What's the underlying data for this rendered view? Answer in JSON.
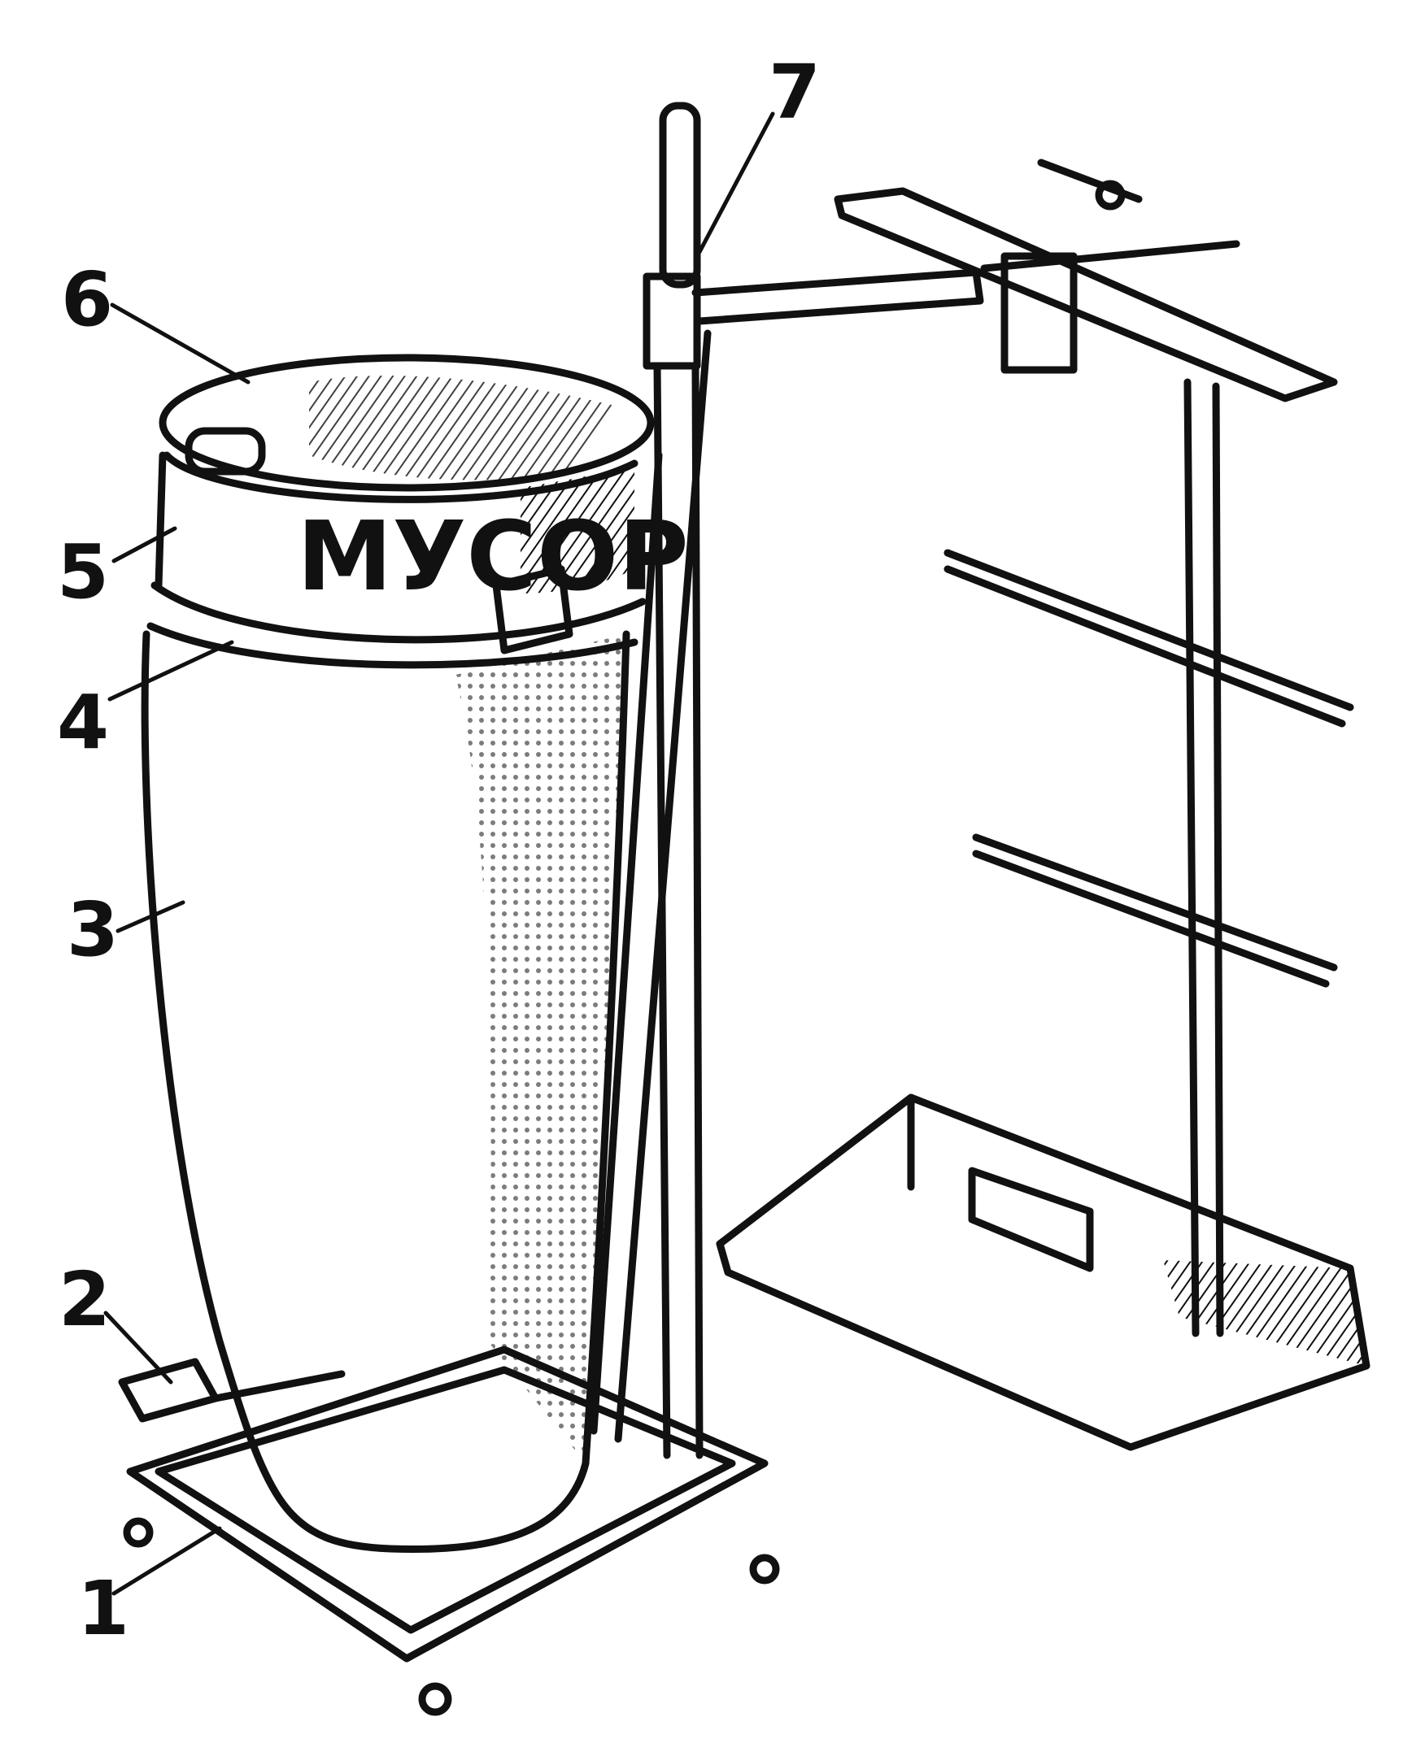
{
  "figure": {
    "sign_text": "МУСОР",
    "callouts": [
      {
        "id": "1",
        "text": "1"
      },
      {
        "id": "2",
        "text": "2"
      },
      {
        "id": "3",
        "text": "3"
      },
      {
        "id": "4",
        "text": "4"
      },
      {
        "id": "5",
        "text": "5"
      },
      {
        "id": "6",
        "text": "6"
      },
      {
        "id": "7",
        "text": "7"
      }
    ]
  },
  "colors": {
    "ink": "#111111",
    "paper": "#ffffff"
  }
}
